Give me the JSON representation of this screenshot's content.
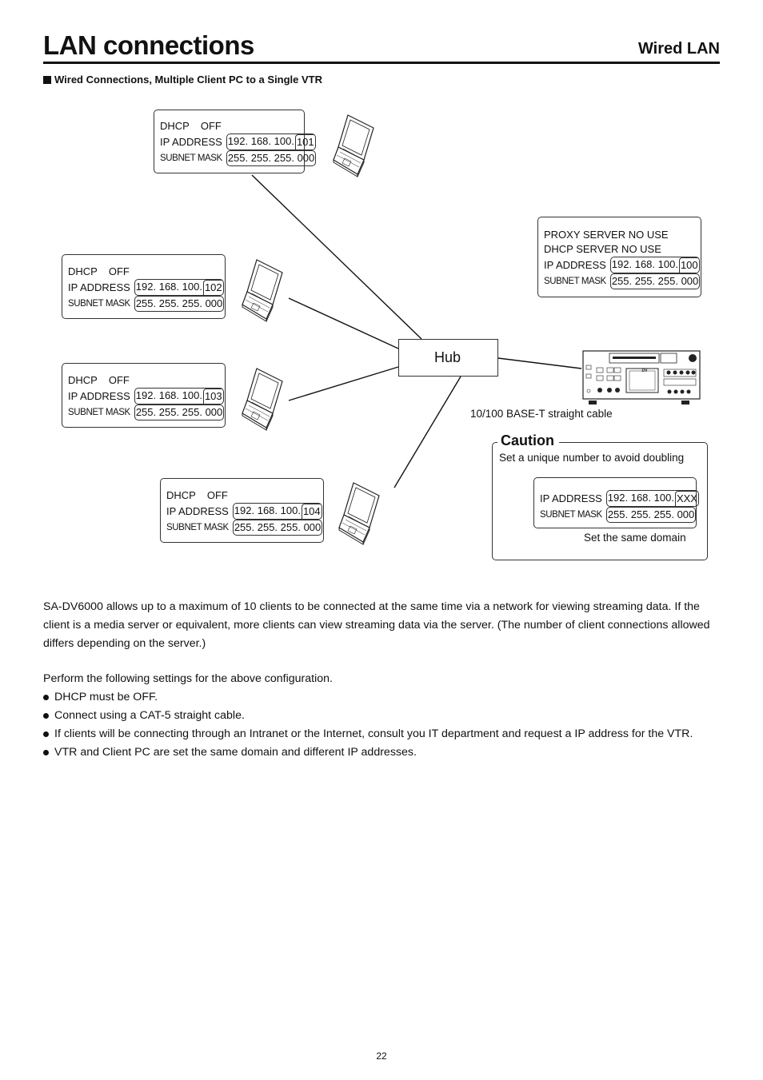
{
  "header": {
    "title": "LAN connections",
    "subtitle": "Wired LAN",
    "section_title": "Wired Connections, Multiple Client PC to a Single VTR"
  },
  "clients": [
    {
      "dhcp_label": "DHCP",
      "dhcp_value": "OFF",
      "ip_label": "IP  ADDRESS",
      "ip_prefix": "192. 168. 100.",
      "ip_suffix": "101",
      "mask_label": "SUBNET MASK",
      "mask_value": "255. 255. 255. 000"
    },
    {
      "dhcp_label": "DHCP",
      "dhcp_value": "OFF",
      "ip_label": "IP  ADDRESS",
      "ip_prefix": "192. 168. 100.",
      "ip_suffix": "102",
      "mask_label": "SUBNET MASK",
      "mask_value": "255. 255. 255. 000"
    },
    {
      "dhcp_label": "DHCP",
      "dhcp_value": "OFF",
      "ip_label": "IP  ADDRESS",
      "ip_prefix": "192. 168. 100.",
      "ip_suffix": "103",
      "mask_label": "SUBNET MASK",
      "mask_value": "255. 255. 255. 000"
    },
    {
      "dhcp_label": "DHCP",
      "dhcp_value": "OFF",
      "ip_label": "IP  ADDRESS",
      "ip_prefix": "192. 168. 100.",
      "ip_suffix": "104",
      "mask_label": "SUBNET MASK",
      "mask_value": "255. 255. 255. 000"
    }
  ],
  "vtr": {
    "proxy_line": "PROXY  SERVER  NO  USE",
    "dhcp_server_line": "DHCP  SERVER  NO  USE",
    "ip_label": "IP  ADDRESS",
    "ip_prefix": "192. 168. 100.",
    "ip_suffix": "100",
    "mask_label": "SUBNET MASK",
    "mask_value": "255. 255. 255. 000",
    "brand_mark": "DV"
  },
  "hub": {
    "label": "Hub"
  },
  "cable_caption": "10/100 BASE-T straight cable",
  "caution": {
    "title": "Caution",
    "unique_note": "Set a unique number to avoid doubling",
    "ip_label": "IP  ADDRESS",
    "ip_prefix": "192. 168. 100.",
    "ip_suffix": "XXX",
    "mask_label": "SUBNET MASK",
    "mask_value": "255. 255. 255. 000",
    "domain_note": "Set the same domain"
  },
  "body": {
    "paragraph1": "SA-DV6000 allows up to a maximum of 10 clients to be connected at the same time via a network for viewing streaming data. If the client is a media server or equivalent, more clients can view streaming data via the server. (The number of client connections allowed differs depending on the server.)",
    "paragraph2": "Perform the following settings for the above configuration.",
    "bullets": [
      "DHCP must be OFF.",
      "Connect using a CAT-5 straight cable.",
      "If clients will be connecting through an Intranet or the Internet, consult you IT department and request a IP address for the VTR.",
      "VTR and Client PC are set the same domain and different IP addresses."
    ]
  },
  "page_number": "22"
}
